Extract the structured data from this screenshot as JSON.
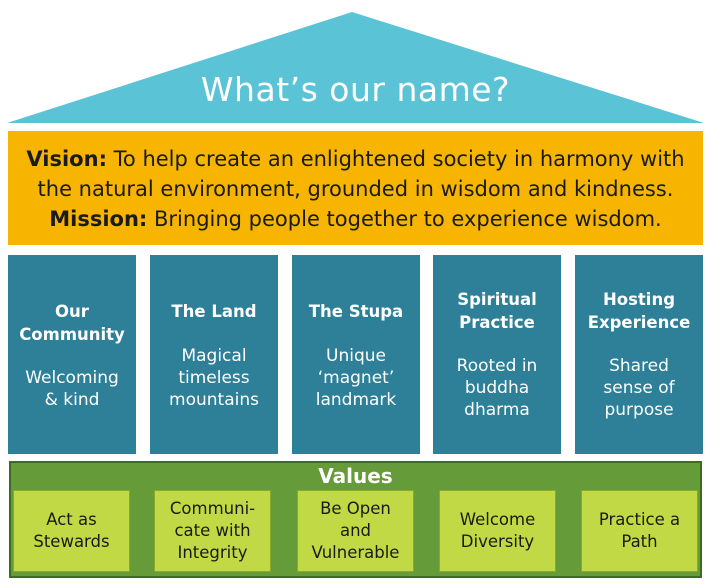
{
  "roof": {
    "title": "What’s our name?"
  },
  "banner": {
    "vision_label": "Vision:",
    "vision_text": "To help create an enlightened society in harmony with the natural environment, grounded in wisdom and kindness.",
    "mission_label": "Mission:",
    "mission_text": "Bringing people together to experience wisdom."
  },
  "pillars": [
    {
      "title": "Our\nCommunity",
      "description": "Welcoming\n& kind"
    },
    {
      "title": "The Land",
      "description": "Magical\ntimeless\nmountains"
    },
    {
      "title": "The Stupa",
      "description": "Unique\n‘magnet’\nlandmark"
    },
    {
      "title": "Spiritual\nPractice",
      "description": "Rooted in\nbuddha\ndharma"
    },
    {
      "title": "Hosting\nExperience",
      "description": "Shared\nsense of\npurpose"
    }
  ],
  "values": {
    "title": "Values",
    "items": [
      "Act as\nStewards",
      "Communi-\ncate with\nIntegrity",
      "Be Open\nand\nVulnerable",
      "Welcome\nDiversity",
      "Practice a\nPath"
    ]
  },
  "colors": {
    "roof": "#5bc3d6",
    "banner": "#f7b400",
    "pillar": "#2e7f98",
    "values_band": "#669b3a",
    "value_box": "#c1d944"
  }
}
